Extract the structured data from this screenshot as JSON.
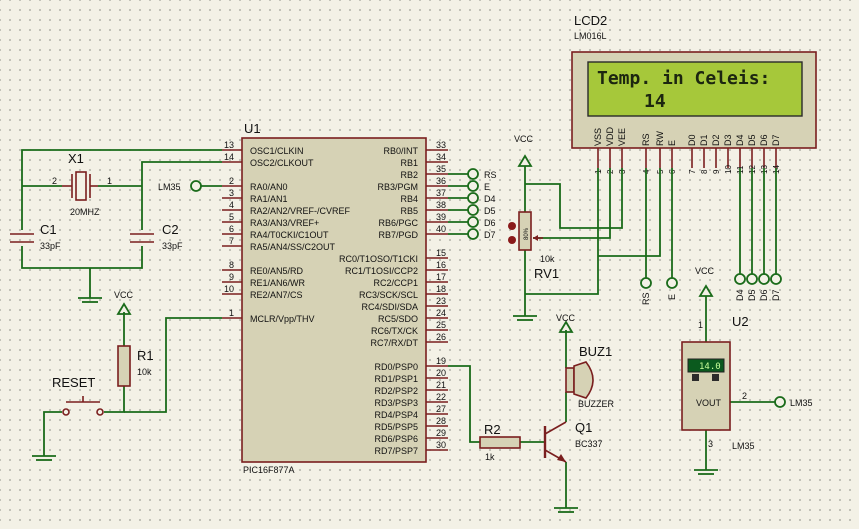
{
  "lcd": {
    "ref": "LCD2",
    "part": "LM016L",
    "line1": "Temp. in Celeis:",
    "line2": "14",
    "pins": [
      "VSS",
      "VDD",
      "VEE",
      "RS",
      "RW",
      "E",
      "D0",
      "D1",
      "D2",
      "D3",
      "D4",
      "D5",
      "D6",
      "D7"
    ],
    "pin_numbers": [
      "1",
      "2",
      "3",
      "4",
      "5",
      "6",
      "7",
      "8",
      "9",
      "10",
      "11",
      "12",
      "13",
      "14"
    ],
    "screen_color": "#a6c83a"
  },
  "mcu": {
    "ref": "U1",
    "part": "PIC16F877A",
    "left_pins": [
      {
        "num": "13",
        "name": "OSC1/CLKIN"
      },
      {
        "num": "14",
        "name": "OSC2/CLKOUT"
      },
      {
        "num": "2",
        "name": "RA0/AN0"
      },
      {
        "num": "3",
        "name": "RA1/AN1"
      },
      {
        "num": "4",
        "name": "RA2/AN2/VREF-/CVREF"
      },
      {
        "num": "5",
        "name": "RA3/AN3/VREF+"
      },
      {
        "num": "6",
        "name": "RA4/T0CKI/C1OUT"
      },
      {
        "num": "7",
        "name": "RA5/AN4/SS/C2OUT"
      },
      {
        "num": "8",
        "name": "RE0/AN5/RD"
      },
      {
        "num": "9",
        "name": "RE1/AN6/WR"
      },
      {
        "num": "10",
        "name": "RE2/AN7/CS"
      },
      {
        "num": "1",
        "name": "MCLR/Vpp/THV"
      }
    ],
    "right_pins": [
      {
        "num": "33",
        "name": "RB0/INT"
      },
      {
        "num": "34",
        "name": "RB1"
      },
      {
        "num": "35",
        "name": "RB2"
      },
      {
        "num": "36",
        "name": "RB3/PGM"
      },
      {
        "num": "37",
        "name": "RB4"
      },
      {
        "num": "38",
        "name": "RB5"
      },
      {
        "num": "39",
        "name": "RB6/PGC"
      },
      {
        "num": "40",
        "name": "RB7/PGD"
      },
      {
        "num": "15",
        "name": "RC0/T1OSO/T1CKI"
      },
      {
        "num": "16",
        "name": "RC1/T1OSI/CCP2"
      },
      {
        "num": "17",
        "name": "RC2/CCP1"
      },
      {
        "num": "18",
        "name": "RC3/SCK/SCL"
      },
      {
        "num": "23",
        "name": "RC4/SDI/SDA"
      },
      {
        "num": "24",
        "name": "RC5/SDO"
      },
      {
        "num": "25",
        "name": "RC6/TX/CK"
      },
      {
        "num": "26",
        "name": "RC7/RX/DT"
      },
      {
        "num": "19",
        "name": "RD0/PSP0"
      },
      {
        "num": "20",
        "name": "RD1/PSP1"
      },
      {
        "num": "21",
        "name": "RD2/PSP2"
      },
      {
        "num": "22",
        "name": "RD3/PSP3"
      },
      {
        "num": "27",
        "name": "RD4/PSP4"
      },
      {
        "num": "28",
        "name": "RD5/PSP5"
      },
      {
        "num": "29",
        "name": "RD6/PSP6"
      },
      {
        "num": "30",
        "name": "RD7/PSP7"
      }
    ]
  },
  "net_labels": {
    "rs": "RS",
    "e": "E",
    "d4": "D4",
    "d5": "D5",
    "d6": "D6",
    "d7": "D7",
    "lm35_in": "LM35",
    "lm35_out": "LM35"
  },
  "lcd_bottom_labels": {
    "rs": "RS",
    "e": "E",
    "d4": "D4",
    "d5": "D5",
    "d6": "D6",
    "d7": "D7"
  },
  "x1": {
    "ref": "X1",
    "value": "20MHZ",
    "pin1": "2",
    "pin2": "1"
  },
  "c1": {
    "ref": "C1",
    "value": "33pF"
  },
  "c2": {
    "ref": "C2",
    "value": "33pF"
  },
  "r1": {
    "ref": "R1",
    "value": "10k"
  },
  "r2": {
    "ref": "R2",
    "value": "1k"
  },
  "rv1": {
    "ref": "RV1",
    "value": "10k",
    "body_text": "80%"
  },
  "reset": {
    "ref": "RESET"
  },
  "buzzer": {
    "ref": "BUZ1",
    "part": "BUZZER"
  },
  "q1": {
    "ref": "Q1",
    "part": "BC337"
  },
  "u2": {
    "ref": "U2",
    "part": "LM35",
    "readout": "14.0",
    "out_label": "VOUT",
    "pin1": "1",
    "pin2": "2",
    "pin3": "3"
  },
  "vcc_label": "VCC"
}
